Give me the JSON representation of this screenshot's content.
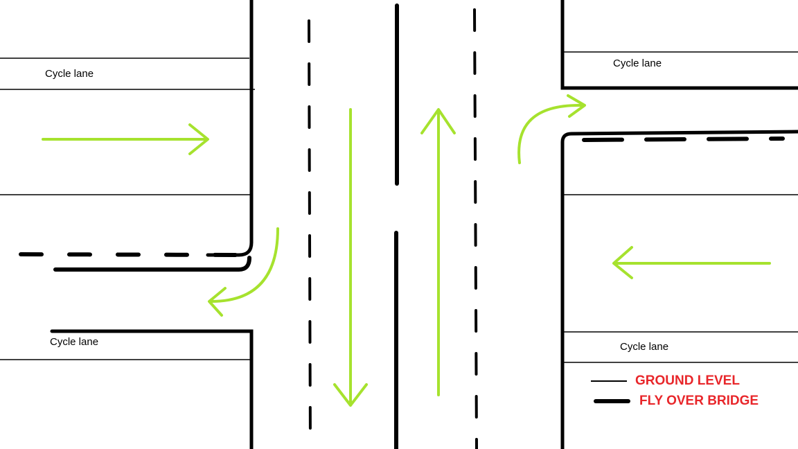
{
  "labels": {
    "cycle_lane_top_left": "Cycle lane",
    "cycle_lane_top_right": "Cycle lane",
    "cycle_lane_bottom_left": "Cycle lane",
    "cycle_lane_bottom_right": "Cycle lane"
  },
  "legend": {
    "ground": "GROUND LEVEL",
    "flyover": "FLY OVER BRIDGE"
  },
  "colors": {
    "road_line": "#000000",
    "arrow": "#a6e22e",
    "legend_text": "#e8262a"
  }
}
